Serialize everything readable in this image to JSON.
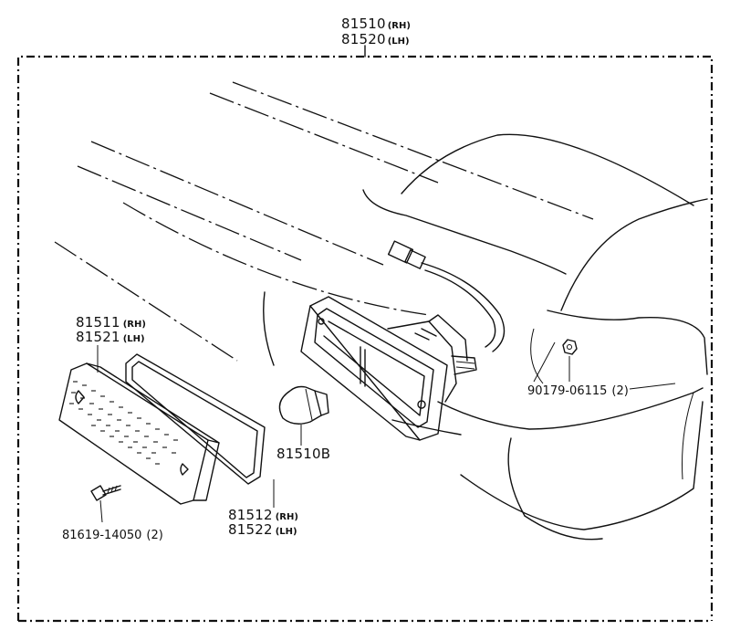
{
  "assembly": {
    "part_rh": "81510",
    "suffix_rh": "(RH)",
    "part_lh": "81520",
    "suffix_lh": "(LH)"
  },
  "callouts": {
    "lens_rh": "81511",
    "lens_rh_suffix": "(RH)",
    "lens_lh": "81521",
    "lens_lh_suffix": "(LH)",
    "gasket_rh": "81512",
    "gasket_rh_suffix": "(RH)",
    "gasket_lh": "81522",
    "gasket_lh_suffix": "(LH)",
    "bulb": "81510B",
    "screw": "81619-14050",
    "screw_qty": "(2)",
    "nut": "90179-06115",
    "nut_qty": "(2)"
  }
}
